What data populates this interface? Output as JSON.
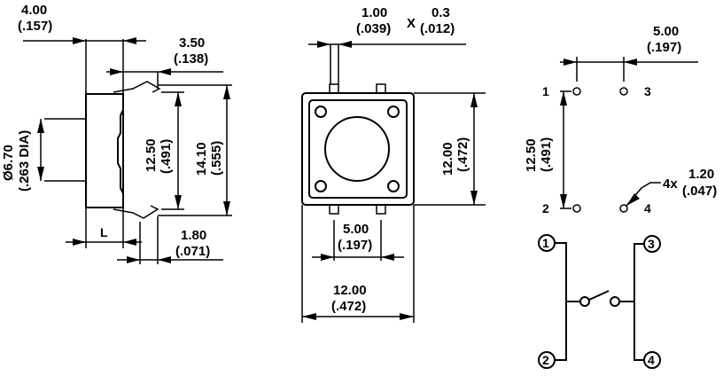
{
  "side_view": {
    "width_top": {
      "mm": "4.00",
      "in": "(.157)"
    },
    "pin_offset": {
      "mm": "3.50",
      "in": "(.138)"
    },
    "actuator_dia": {
      "mm": "Ø6.70",
      "in": "(.263 DIA)"
    },
    "pin_span": {
      "mm": "12.50",
      "in": "(.491)"
    },
    "overall_span": {
      "mm": "14.10",
      "in": "(.555)"
    },
    "length_label": "L",
    "pin_foot": {
      "mm": "1.80",
      "in": "(.071)"
    }
  },
  "top_view": {
    "pin_width": {
      "mm": "1.00",
      "in": "(.039)"
    },
    "times": "X",
    "pin_thickness": {
      "mm": "0.3",
      "in": "(.012)"
    },
    "height": {
      "mm": "12.00",
      "in": "(.472)"
    },
    "pin_pitch": {
      "mm": "5.00",
      "in": "(.197)"
    },
    "width": {
      "mm": "12.00",
      "in": "(.472)"
    }
  },
  "footprint": {
    "pitch": {
      "mm": "5.00",
      "in": "(.197)"
    },
    "row_span": {
      "mm": "12.50",
      "in": "(.491)"
    },
    "hole": {
      "count": "4x",
      "mm": "1.20",
      "in": "(.047)"
    },
    "pins": [
      "1",
      "2",
      "3",
      "4"
    ]
  },
  "schematic": {
    "terminals": [
      "1",
      "2",
      "3",
      "4"
    ]
  }
}
